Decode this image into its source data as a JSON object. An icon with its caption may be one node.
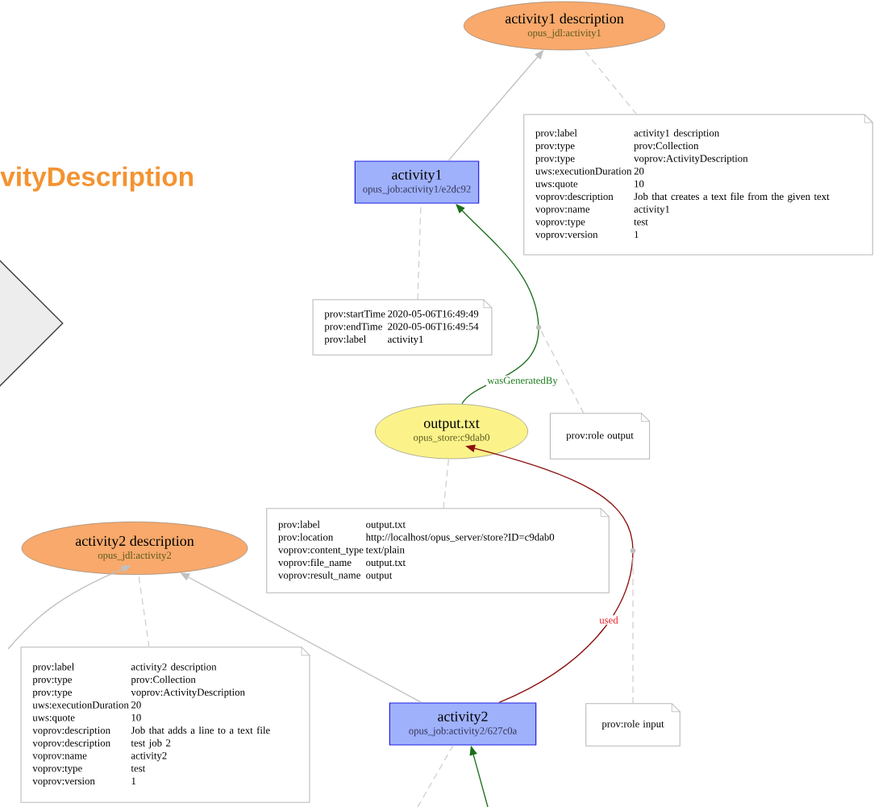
{
  "diagram": {
    "nodes": [
      {
        "text": [
          "activity1 description",
          "opus_jdl:activity1"
        ]
      },
      {
        "text": [
          "prov:label",
          "activity1 description",
          "prov:type",
          "prov:Collection",
          "prov:type",
          "voprov:ActivityDescription",
          "uws:executionDuration",
          "20",
          "uws:quote",
          "10",
          "voprov:description",
          "Job that creates a text file from the given text",
          "voprov:name",
          "activity1",
          "voprov:type",
          "test",
          "voprov:version",
          "1"
        ]
      },
      {
        "text": [
          "activity1",
          "opus_job:activity1/e2dc92"
        ]
      },
      {
        "text": [
          "prov:startTime",
          "2020-05-06T16:49:49",
          "prov:endTime",
          "2020-05-06T16:49:54",
          "prov:label",
          "activity1"
        ]
      },
      {
        "text": [
          "output.txt",
          "opus_store:c9dab0"
        ]
      },
      {
        "text": [
          "prov:role",
          "output"
        ]
      },
      {
        "text": [
          "prov:label",
          "output.txt",
          "prov:location",
          "http://localhost/opus_server/store?ID=c9dab0",
          "voprov:content_type",
          "text/plain",
          "voprov:file_name",
          "output.txt",
          "voprov:result_name",
          "output"
        ]
      },
      {
        "text": [
          "activity2 description",
          "opus_jdl:activity2"
        ]
      },
      {
        "text": [
          "prov:label",
          "activity2 description",
          "prov:type",
          "prov:Collection",
          "prov:type",
          "voprov:ActivityDescription",
          "uws:executionDuration",
          "20",
          "uws:quote",
          "10",
          "voprov:description",
          "Job that adds a line to a text file",
          "voprov:description",
          "test job 2",
          "voprov:name",
          "activity2",
          "voprov:type",
          "test",
          "voprov:version",
          "1"
        ]
      },
      {
        "text": [
          "activity2",
          "opus_job:activity2/627c0a"
        ]
      },
      {
        "text": [
          "prov:role",
          "input"
        ]
      },
      {
        "text": [],
        "shape": "diamond"
      }
    ],
    "edges": [
      {
        "from": 2,
        "to": 0,
        "arrow": "to"
      },
      {
        "from": 1,
        "to": 0,
        "arrow": "none",
        "style": "dashed"
      },
      {
        "from": 3,
        "to": 2,
        "arrow": "none",
        "style": "dashed"
      },
      {
        "from": 4,
        "to": 2,
        "arrow": "to",
        "label": "wasGeneratedBy",
        "color": "#1a6e1a"
      },
      {
        "from": 5,
        "to": null,
        "arrow": "none",
        "style": "dashed"
      },
      {
        "from": 6,
        "to": 4,
        "arrow": "none",
        "style": "dashed"
      },
      {
        "from": 9,
        "to": 4,
        "arrow": "to",
        "label": "used",
        "color": "#8b1010"
      },
      {
        "from": 10,
        "to": null,
        "arrow": "none",
        "style": "dashed"
      },
      {
        "from": 8,
        "to": 7,
        "arrow": "none",
        "style": "dashed"
      },
      {
        "from": 9,
        "to": 7,
        "arrow": "to"
      },
      {
        "from": null,
        "to": 7,
        "arrow": "to"
      },
      {
        "from": null,
        "to": 9,
        "arrow": "to",
        "color": "#1a6e1a"
      },
      {
        "from": 9,
        "to": null,
        "arrow": "none",
        "style": "dashed"
      }
    ],
    "labels": [
      "vityDescription"
    ]
  }
}
